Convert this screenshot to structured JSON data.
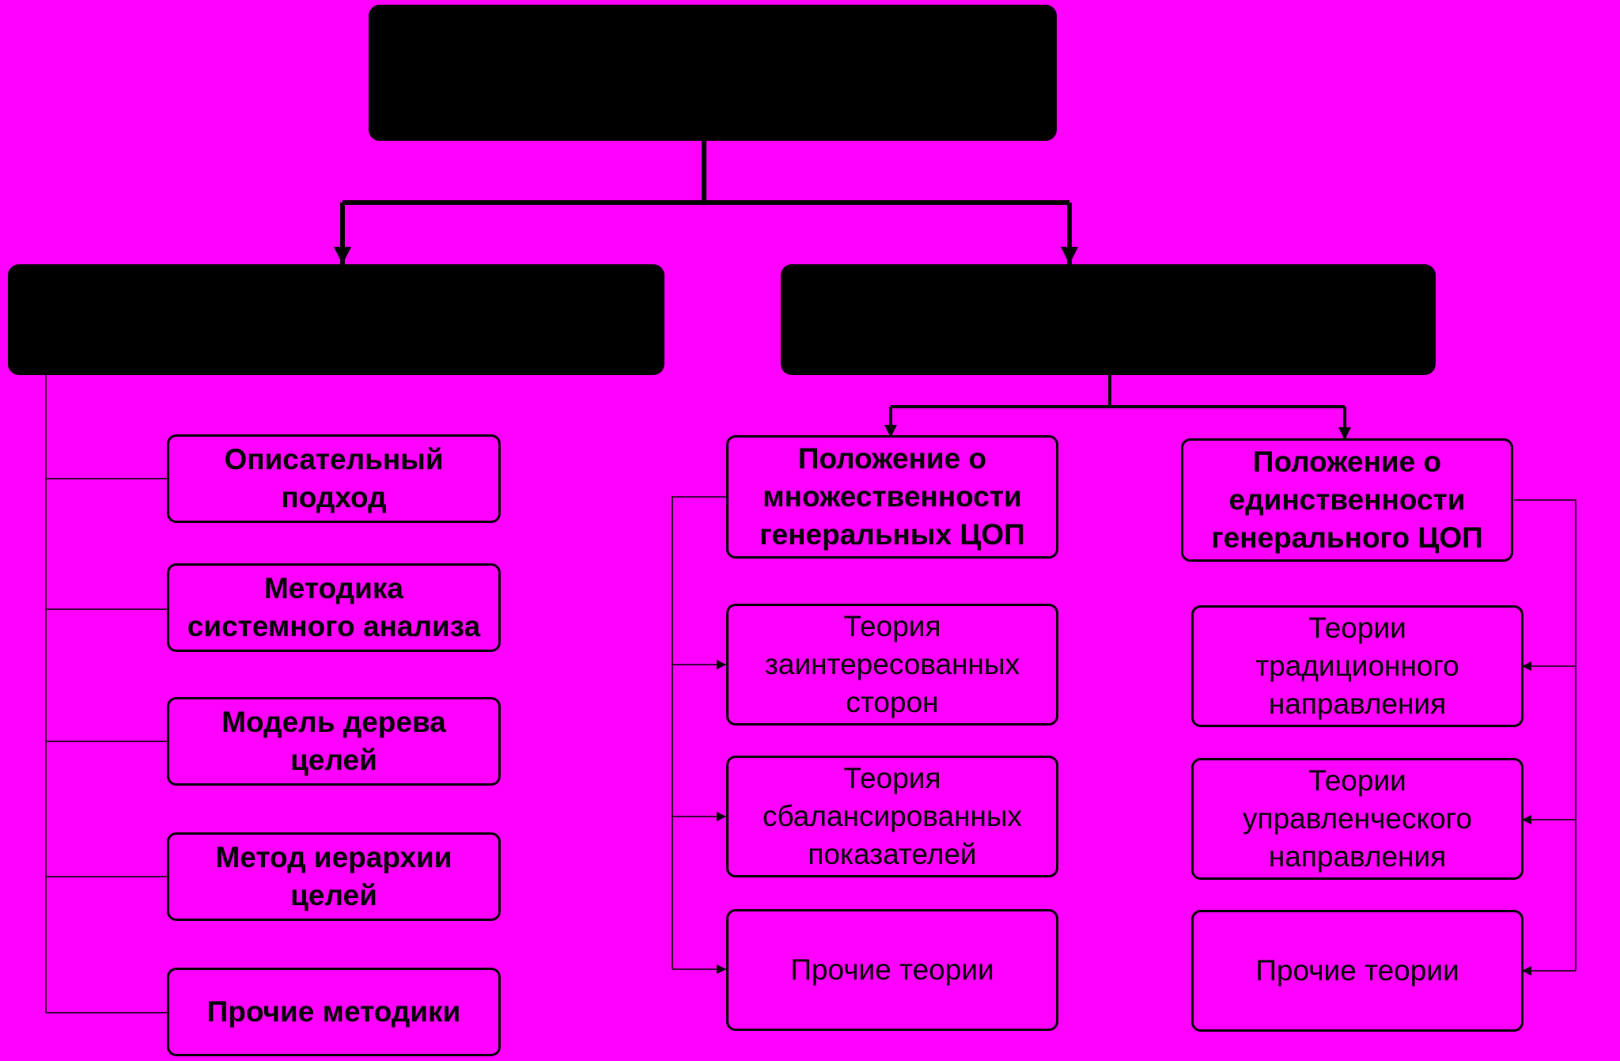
{
  "colors": {
    "background": "#ff00ff",
    "stroke": "#000000",
    "header_fill": "#000000"
  },
  "headers": {
    "top": "",
    "left": "",
    "right": ""
  },
  "methods": [
    "Описательный\nподход",
    "Методика\nсистемного анализа",
    "Модель дерева\nцелей",
    "Метод иерархии\nцелей",
    "Прочие методики"
  ],
  "positions": {
    "plurality": "Положение о\nмножественности\nгенеральных ЦОП",
    "uniqueness": "Положение о\nединственности\nгенерального ЦОП"
  },
  "plurality_theories": [
    "Теория\nзаинтересованных\nсторон",
    "Теория\nсбалансированных\nпоказателей",
    "Прочие теории"
  ],
  "uniqueness_theories": [
    "Теории\nтрадиционного\nнаправления",
    "Теории\nуправленческого\nнаправления",
    "Прочие теории"
  ]
}
